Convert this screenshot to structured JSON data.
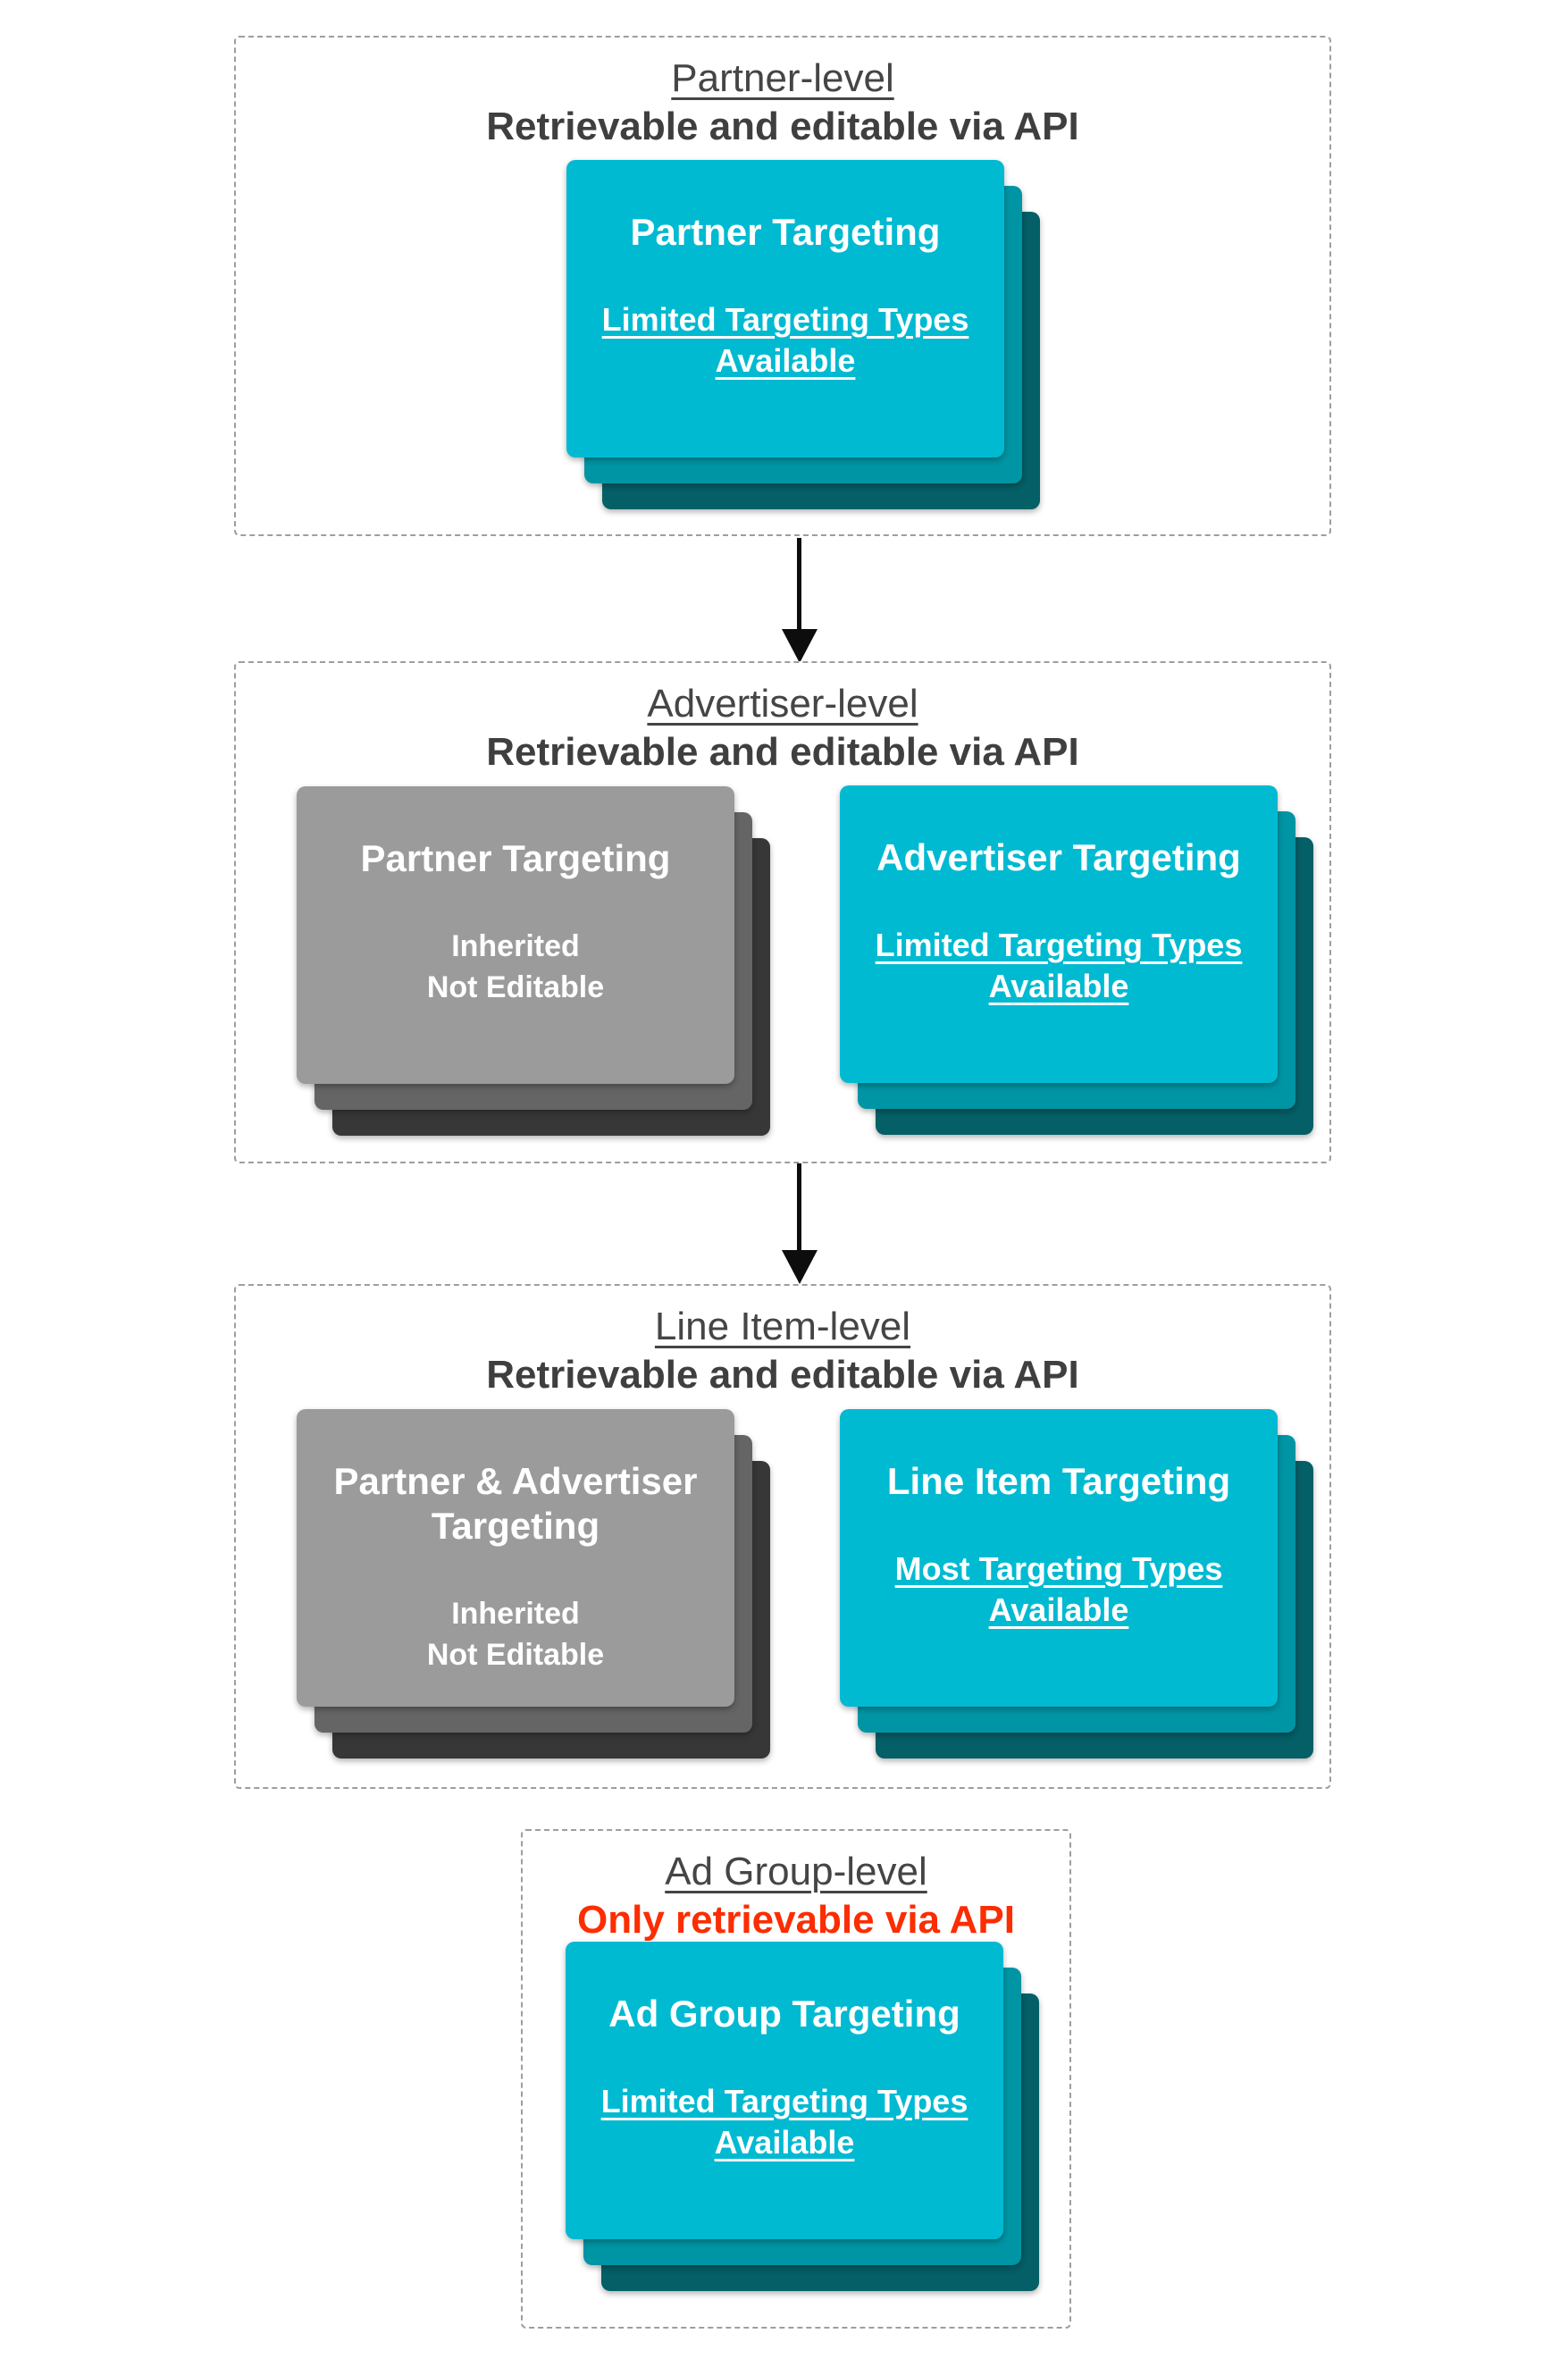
{
  "palette": {
    "card_front_cyan": "#00bad2",
    "card_mid_teal": "#0095a4",
    "card_back_teal": "#045f66",
    "card_front_gray": "#9b9b9b",
    "card_mid_gray": "#656565",
    "card_back_gray": "#373737",
    "section_border": "#9e9e9e",
    "heading_text": "#454545",
    "subtitle_text": "#3f3f3f",
    "alert_red": "#fb2d01",
    "arrow_black": "#0d0d0d",
    "card_text": "#ffffff"
  },
  "sections": [
    {
      "title": "Partner-level",
      "subtitle": "Retrievable and editable via API",
      "stacks": [
        {
          "variant": "cyan",
          "title": "Partner Targeting",
          "body_lines": [
            "Limited Targeting Types",
            "Available"
          ],
          "body_underlined": true
        }
      ]
    },
    {
      "title": "Advertiser-level",
      "subtitle": "Retrievable and editable via API",
      "stacks": [
        {
          "variant": "gray",
          "title": "Partner Targeting",
          "body_lines": [
            "Inherited",
            "Not Editable"
          ],
          "body_underlined": false
        },
        {
          "variant": "cyan",
          "title": "Advertiser Targeting",
          "body_lines": [
            "Limited Targeting Types",
            "Available"
          ],
          "body_underlined": true
        }
      ]
    },
    {
      "title": "Line Item-level",
      "subtitle": "Retrievable and editable via API",
      "stacks": [
        {
          "variant": "gray",
          "title": "Partner & Advertiser Targeting",
          "body_lines": [
            "Inherited",
            "Not Editable"
          ],
          "body_underlined": false
        },
        {
          "variant": "cyan",
          "title": "Line Item Targeting",
          "body_lines": [
            "Most Targeting Types",
            "Available"
          ],
          "body_underlined": true
        }
      ]
    },
    {
      "title": "Ad Group-level",
      "subtitle": "Only retrievable via API",
      "subtitle_is_red": true,
      "stacks": [
        {
          "variant": "cyan",
          "title": "Ad Group Targeting",
          "body_lines": [
            "Limited Targeting Types",
            "Available"
          ],
          "body_underlined": true
        }
      ]
    }
  ]
}
